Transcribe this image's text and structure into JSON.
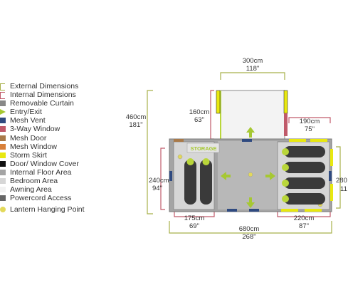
{
  "legend": [
    {
      "icon": "external-dimensions-icon",
      "color": "#a8b04a",
      "label": "External Dimensions"
    },
    {
      "icon": "internal-dimensions-icon",
      "color": "#c05a6a",
      "label": "Internal Dimensions"
    },
    {
      "icon": "removable-curtain-icon",
      "color": "#888888",
      "label": "Removable Curtain"
    },
    {
      "icon": "entry-exit-icon",
      "color": "#a6c832",
      "label": "Entry/Exit"
    },
    {
      "icon": "mesh-vent-icon",
      "color": "#2f4a80",
      "label": "Mesh Vent"
    },
    {
      "icon": "three-way-window-icon",
      "color": "#c05a6a",
      "label": "3-Way Window"
    },
    {
      "icon": "mesh-door-icon",
      "color": "#a97a4a",
      "label": "Mesh Door"
    },
    {
      "icon": "mesh-window-icon",
      "color": "#d9803a",
      "label": "Mesh Window"
    },
    {
      "icon": "storm-skirt-icon",
      "color": "#e8e810",
      "label": "Storm Skirt"
    },
    {
      "icon": "door-window-cover-icon",
      "color": "#111111",
      "label": "Door/ Window Cover"
    },
    {
      "icon": "internal-floor-area-icon",
      "color": "#a4a4a4",
      "label": "Internal Floor Area"
    },
    {
      "icon": "bedroom-area-icon",
      "color": "#d6d6d6",
      "label": "Bedroom Area"
    },
    {
      "icon": "awning-area-icon",
      "color": "#f2f2f2",
      "label": "Awning Area"
    },
    {
      "icon": "powercord-access-icon",
      "color": "#666666",
      "label": "Powercord Access"
    },
    {
      "icon": "lantern-hanging-point-icon",
      "color": "#e3d95a",
      "label": "Lantern Hanging Point"
    }
  ],
  "dimensions": {
    "top_cm": "300cm",
    "top_in": "118\"",
    "left_cm": "460cm",
    "left_in": "181\"",
    "awning_cm": "160cm",
    "awning_in": "63\"",
    "right_room_cm": "190cm",
    "right_room_in": "75\"",
    "left_room_height_cm": "240cm",
    "left_room_height_in": "94\"",
    "right_room_height_cm": "280",
    "right_room_height_in": "11",
    "left_room_width_cm": "175cm",
    "left_room_width_in": "69\"",
    "total_width_cm": "680cm",
    "total_width_in": "268\"",
    "right_room_width_cm": "220cm",
    "right_room_width_in": "87\""
  },
  "labels": {
    "storage": "STORAGE"
  },
  "colors": {
    "external": "#a8b04a",
    "internal": "#c05a6a",
    "floor": "#a4a4a4",
    "bedroom": "#d6d6d6",
    "entry": "#a6c832",
    "vent": "#2f4a80",
    "skirt": "#e8e810",
    "bag": "#3a3a3a"
  }
}
